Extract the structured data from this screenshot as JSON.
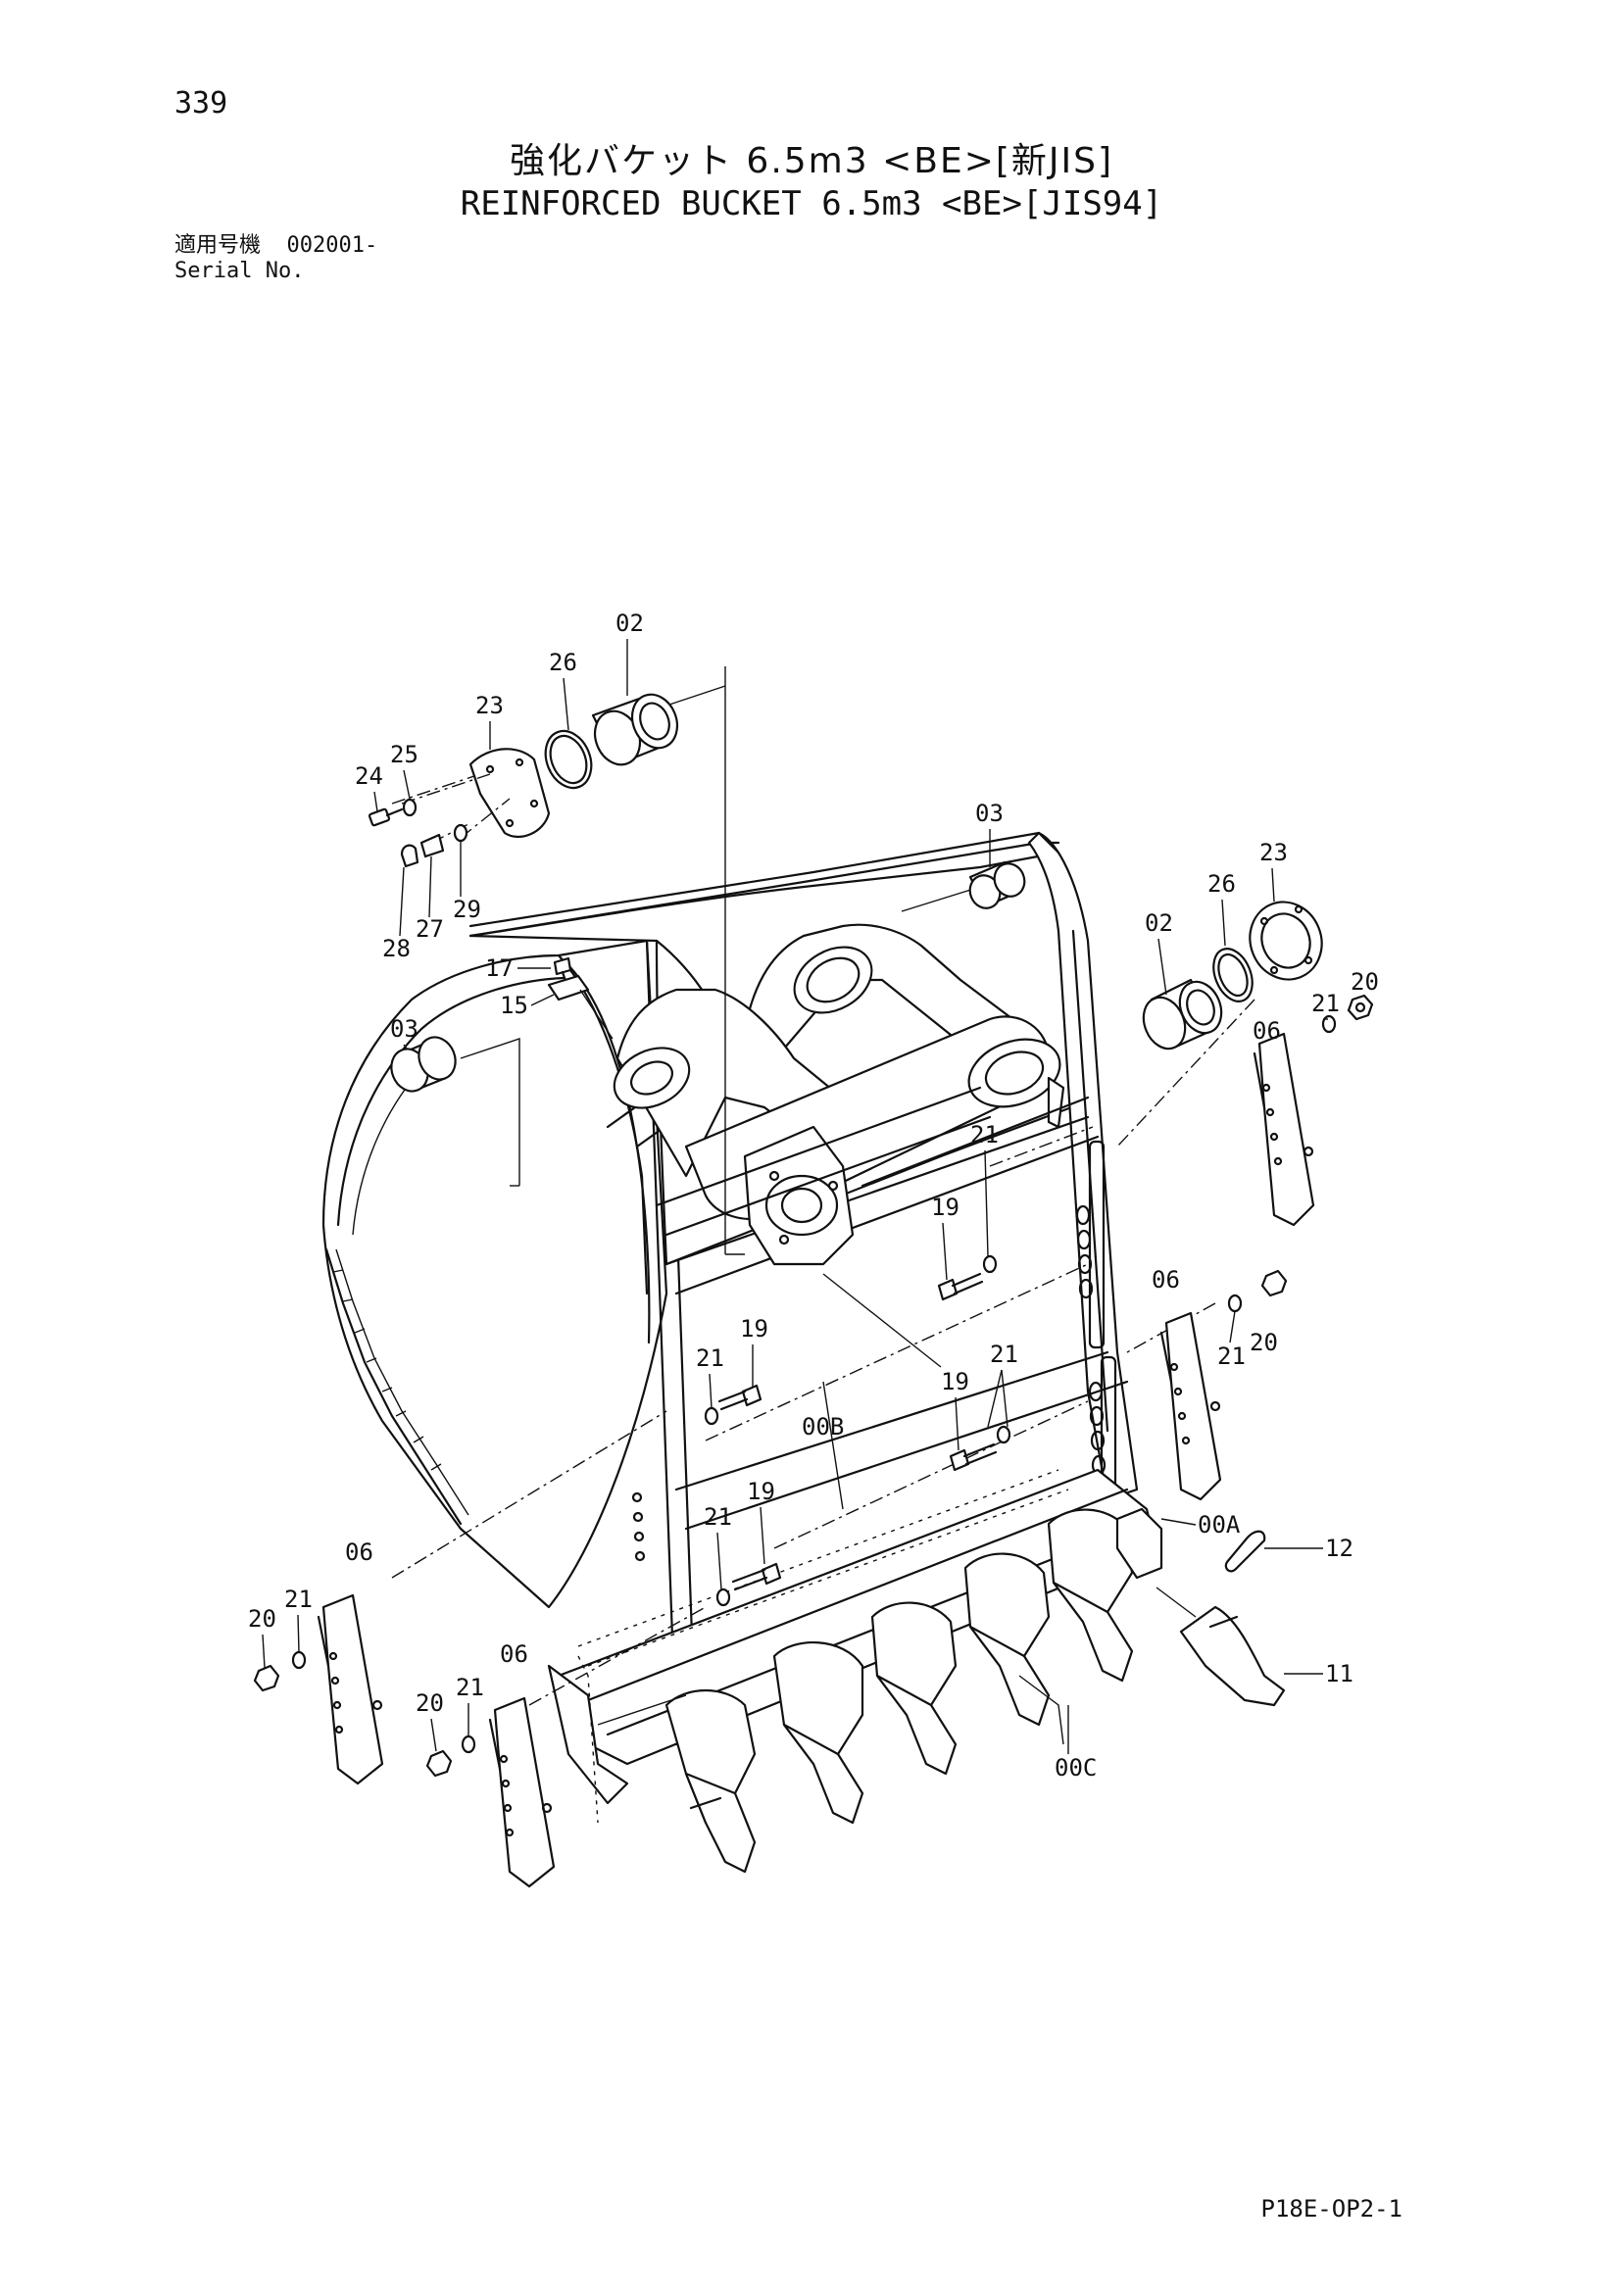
{
  "page_number": "339",
  "title_jp": "強化バケット 6.5m3 <BE>[新JIS]",
  "title_en": "REINFORCED BUCKET 6.5m3 <BE>[JIS94]",
  "serial": {
    "label_jp": "適用号機",
    "value": "002001-",
    "label_en": "Serial No."
  },
  "drawing_code": "P18E-OP2-1",
  "part_labels": {
    "p02a": "02",
    "p02b": "02",
    "p26a": "26",
    "p26b": "26",
    "p23a": "23",
    "p23b": "23",
    "p24": "24",
    "p25": "25",
    "p27": "27",
    "p28": "28",
    "p29": "29",
    "p03a": "03",
    "p03b": "03",
    "p17": "17",
    "p15": "15",
    "p21a": "21",
    "p20a": "20",
    "p06a": "06",
    "p19a": "19",
    "p21b": "21",
    "p06b": "06",
    "p21c": "21",
    "p20b": "20",
    "p19b": "19",
    "p21d": "21",
    "p19c": "19",
    "p21e": "21",
    "p00B": "00B",
    "p19d": "19",
    "p21f": "21",
    "p00A": "00A",
    "p12": "12",
    "p11": "11",
    "p06c": "06",
    "p20c": "20",
    "p21g": "21",
    "p06d": "06",
    "p20d": "20",
    "p21h": "21",
    "p00C": "00C"
  }
}
